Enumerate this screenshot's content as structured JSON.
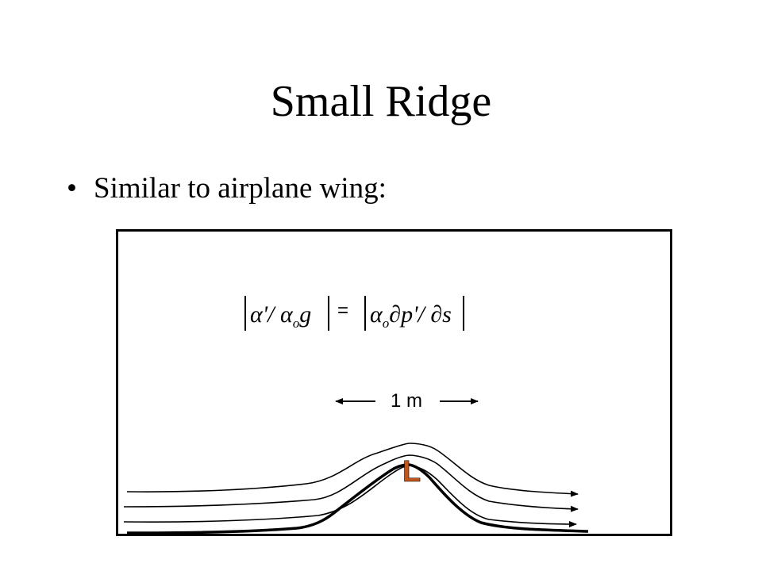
{
  "slide": {
    "title": "Small Ridge",
    "bullet": "•",
    "bullet_text": "Similar to airplane wing:"
  },
  "figure": {
    "equation_left": "α'/ α",
    "equation_left_sub": "o",
    "equation_left_tail": "g",
    "equals": "=",
    "equation_right": "α",
    "equation_right_sub": "o",
    "equation_right_tail": "∂p'/ ∂s",
    "dimension_label": "1 m",
    "low_label": "L",
    "low_color": "#c0561e"
  }
}
